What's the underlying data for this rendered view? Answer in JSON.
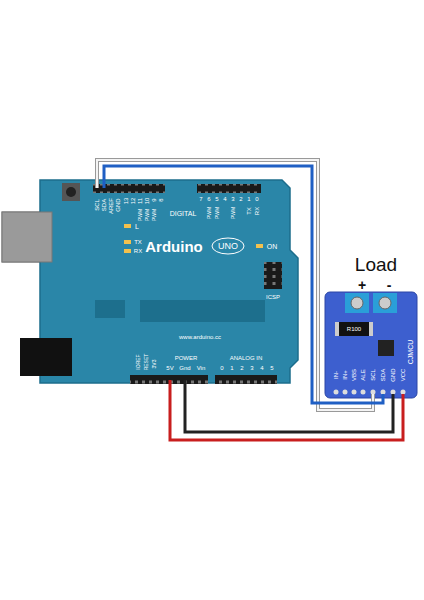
{
  "diagram": {
    "labels": [
      "SCL",
      "SDA",
      "AREF",
      "GND",
      "13",
      "12",
      "11",
      "10",
      "9",
      "8",
      "PWM",
      "PWM",
      "PWM",
      "DIGITAL",
      "7",
      "6",
      "5",
      "4",
      "3",
      "2",
      "1",
      "0",
      "PWM",
      "PWM",
      "PWM",
      "TX",
      "RX",
      "L",
      "TX",
      "RX",
      "Arduino",
      "UNO",
      "ON",
      "ICSP",
      "www.arduino.cc",
      "IOREF",
      "RESET",
      "3V3",
      "5V",
      "Gnd",
      "Vin",
      "POWER",
      "ANALOG IN",
      "0",
      "1",
      "2",
      "3",
      "4",
      "5",
      "Load",
      "+",
      "-",
      "R100",
      "CJMCU",
      "IN-",
      "IN+",
      "VBS",
      "ALE",
      "SCL",
      "SDA",
      "GND",
      "VCC"
    ]
  }
}
